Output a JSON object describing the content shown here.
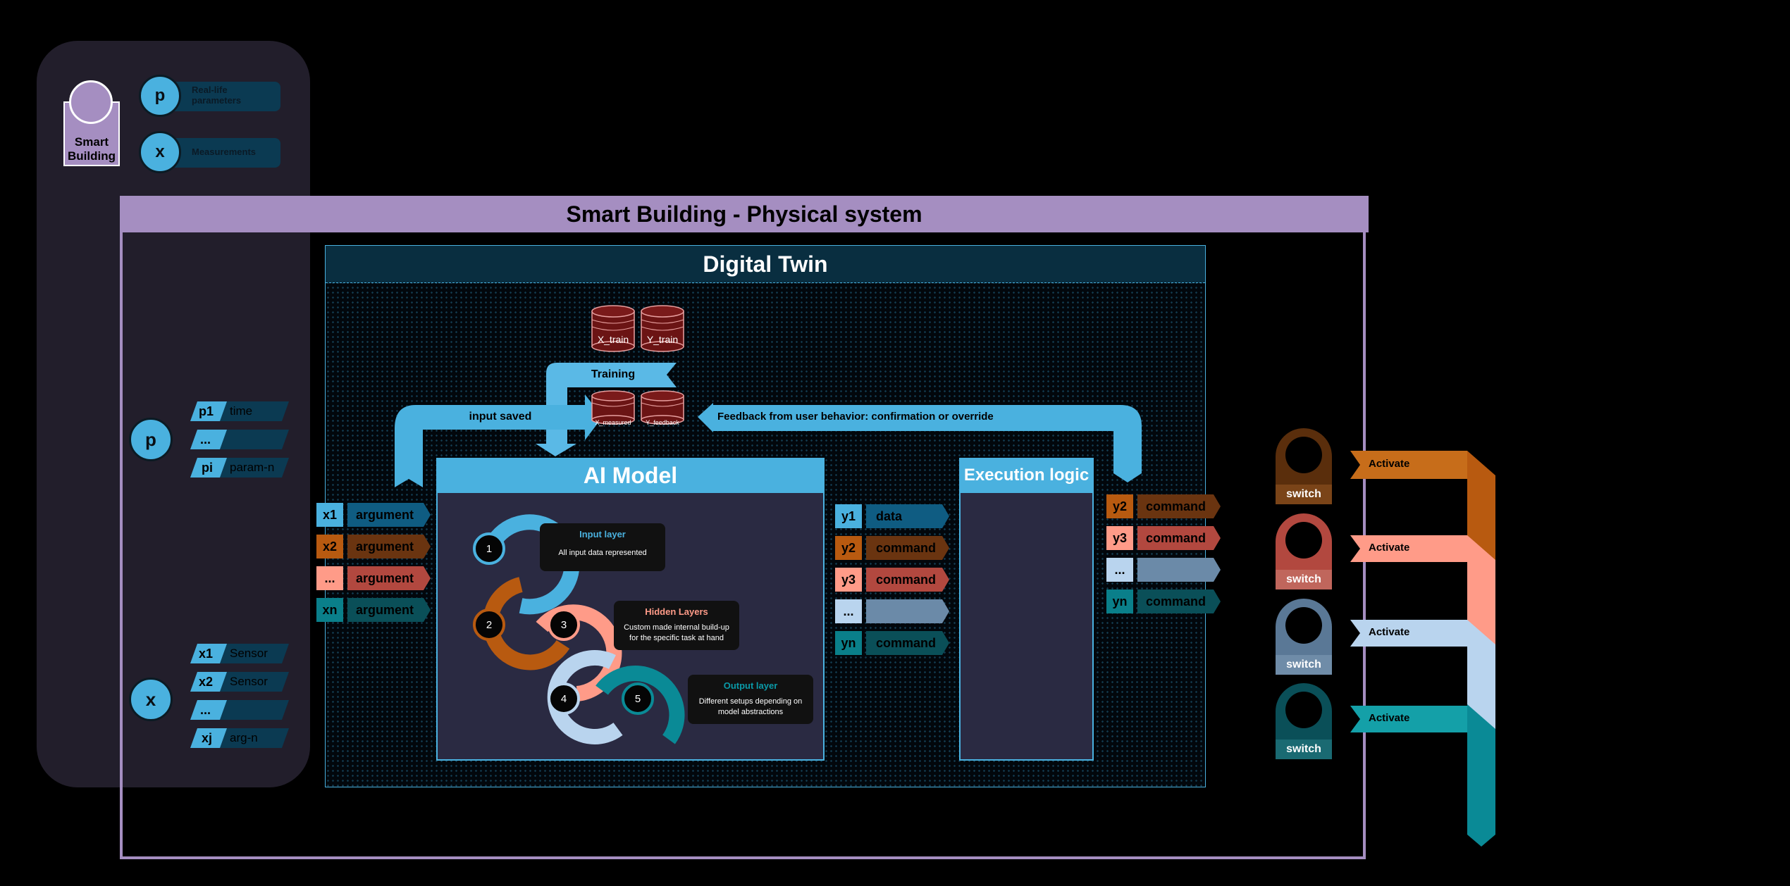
{
  "legend": {
    "title": "Smart\nBuilding",
    "p_letter": "p",
    "p_text": "Real-life parameters",
    "x_letter": "x",
    "x_text": "Measurements"
  },
  "physical_title": "Smart  Building - Physical system",
  "twin_title": "Digital Twin",
  "p_group": {
    "letter": "p",
    "items": [
      {
        "id": "p1",
        "label": "time"
      },
      {
        "id": "...",
        "label": ""
      },
      {
        "id": "pi",
        "label": "param-n"
      }
    ]
  },
  "x_group": {
    "letter": "x",
    "items": [
      {
        "id": "x1",
        "label": "Sensor"
      },
      {
        "id": "x2",
        "label": "Sensor"
      },
      {
        "id": "...",
        "label": ""
      },
      {
        "id": "xj",
        "label": "arg-n"
      }
    ]
  },
  "inputs": [
    {
      "id": "x1",
      "label": "argument"
    },
    {
      "id": "x2",
      "label": "argument"
    },
    {
      "id": "...",
      "label": "argument"
    },
    {
      "id": "xn",
      "label": "argument"
    }
  ],
  "db": {
    "x_train": "X_train",
    "y_train": "Y_train",
    "x_measured": "X_measured",
    "y_feedback": "Y_feedback"
  },
  "training_label": "Training",
  "input_saved_label": "input saved",
  "feedback_label": "Feedback from user behavior: confirmation or override",
  "ai_model": {
    "title": "AI Model",
    "nodes": [
      "1",
      "2",
      "3",
      "4",
      "5"
    ],
    "input_layer": {
      "title": "Input layer",
      "desc": "All input data represented"
    },
    "hidden_layers": {
      "title": "Hidden Layers",
      "desc": "Custom made internal build-up for the specific task at hand"
    },
    "output_layer": {
      "title": "Output layer",
      "desc": "Different setups depending on model abstractions"
    }
  },
  "outputs": [
    {
      "id": "y1",
      "label": "data"
    },
    {
      "id": "y2",
      "label": "command"
    },
    {
      "id": "y3",
      "label": "command"
    },
    {
      "id": "...",
      "label": ""
    },
    {
      "id": "yn",
      "label": "command"
    }
  ],
  "exec_title": "Execution logic",
  "exec_outputs": [
    {
      "id": "y2",
      "label": "command"
    },
    {
      "id": "y3",
      "label": "command"
    },
    {
      "id": "...",
      "label": ""
    },
    {
      "id": "yn",
      "label": "command"
    }
  ],
  "switches": [
    {
      "label": "switch",
      "action": "Activate"
    },
    {
      "label": "switch",
      "action": "Activate"
    },
    {
      "label": "switch",
      "action": "Activate"
    },
    {
      "label": "switch",
      "action": "Activate"
    }
  ],
  "colors": {
    "accent_blue": "#4ab1df",
    "orange": "#b85a10",
    "salmon": "#ff9b88",
    "red": "#b2483f",
    "steel": "#6b8aa8",
    "pale_blue": "#b9d4ee",
    "teal": "#0a8a96",
    "lavender": "#a58ec1"
  }
}
